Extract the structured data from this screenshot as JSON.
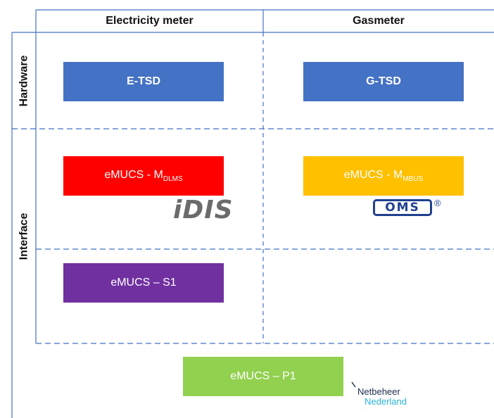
{
  "columns": {
    "electricity": "Electricity meter",
    "gas": "Gasmeter"
  },
  "rows": {
    "hardware": "Hardware",
    "interface": "Interface"
  },
  "boxes": {
    "e_tsd": {
      "label": "E-TSD",
      "color": "#4472C4"
    },
    "g_tsd": {
      "label": "G-TSD",
      "color": "#4472C4"
    },
    "emucs_m_dlms": {
      "label": "eMUCS - M",
      "sub": "DLMS",
      "color": "#FF0000"
    },
    "emucs_m_mbus": {
      "label": "eMUCS - M",
      "sub": "MBUS",
      "color": "#FFC000"
    },
    "emucs_s1": {
      "label": "eMUCS – S1",
      "color": "#7030A0"
    },
    "emucs_p1": {
      "label": "eMUCS – P1",
      "color": "#92D050"
    }
  },
  "logos": {
    "idis": "iDIS",
    "oms": "OMS",
    "oms_mark": "®",
    "netbeheer_line1": "Netbeheer",
    "netbeheer_line2": "Nederland"
  }
}
